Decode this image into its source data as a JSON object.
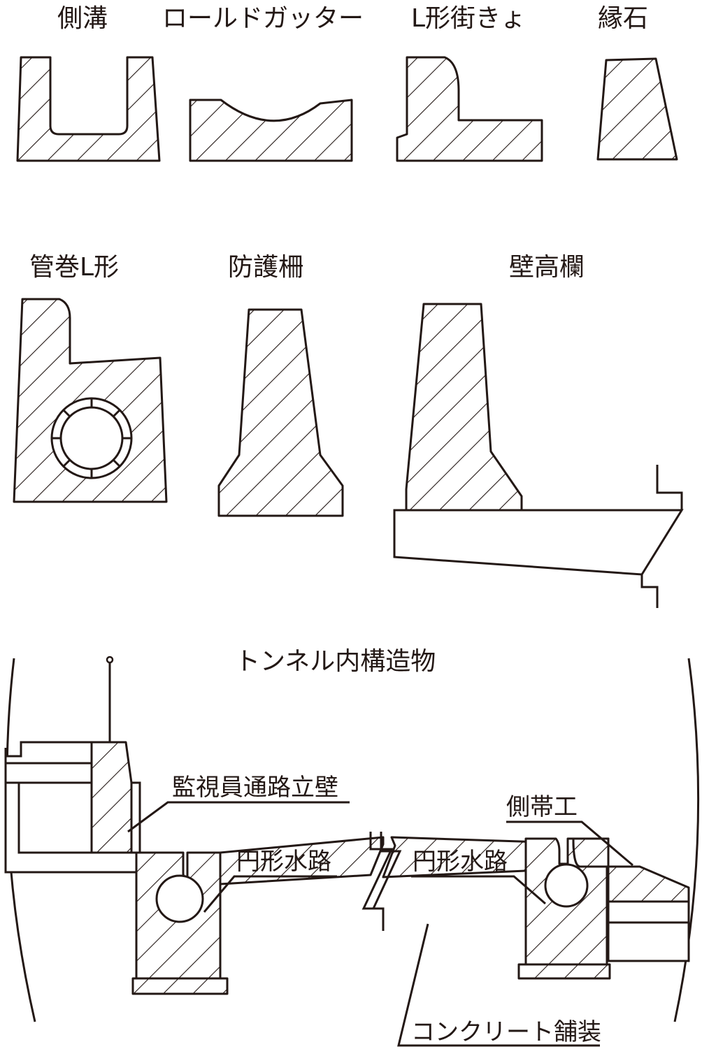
{
  "labels": {
    "side_ditch": "側溝",
    "roll_gutter": "ロールドガッター",
    "l_curb": "L形街きょ",
    "curb_stone": "縁石",
    "pipe_l": "管巻L形",
    "barrier": "防護柵",
    "wall_rail": "壁高欄",
    "tunnel": "トンネル内構造物",
    "patrol_wall": "監視員通路立壁",
    "round_ditch_left": "円形水路",
    "round_ditch_right": "円形水路",
    "side_band": "側帯工",
    "pavement": "コンクリート舗装"
  }
}
